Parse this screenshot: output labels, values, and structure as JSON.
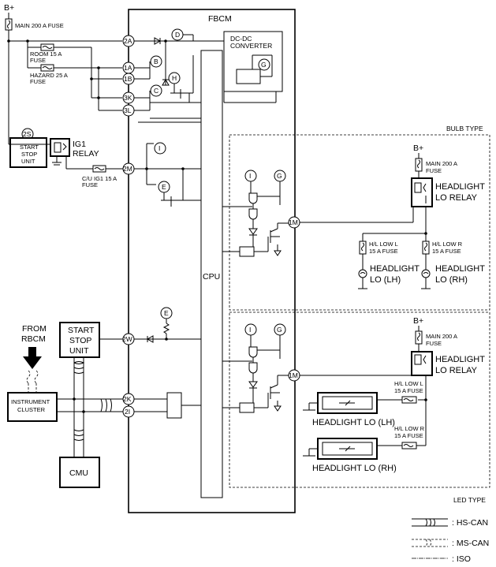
{
  "labels": {
    "bplus": "B+",
    "main_fuse": "MAIN 200 A FUSE",
    "fbcm": "FBCM",
    "dcdc_1": "DC-DC",
    "dcdc_2": "CONVERTER",
    "room_fuse_1": "ROOM 15 A",
    "room_fuse_2": "FUSE",
    "hazard_fuse_1": "HAZARD 25 A",
    "hazard_fuse_2": "FUSE",
    "start_stop_1": "START",
    "start_stop_2": "STOP",
    "start_stop_3": "UNIT",
    "ig1_relay_1": "IG1",
    "ig1_relay_2": "RELAY",
    "cu_ig1_fuse_1": "C/U IG1 15 A",
    "cu_ig1_fuse_2": "FUSE",
    "cpu": "CPU",
    "bulb_type": "BULB TYPE",
    "led_type": "LED TYPE",
    "main_200a": "MAIN 200 A",
    "fuse": "FUSE",
    "headlight_lo_relay_1": "HEADLIGHT",
    "headlight_lo_relay_2": "LO RELAY",
    "hl_low_l_1": "H/L LOW L",
    "hl_low_l_2": "15 A FUSE",
    "hl_low_r_1": "H/L LOW R",
    "hl_low_r_2": "15 A FUSE",
    "headlight_1": "HEADLIGHT",
    "lo_lh": "LO (LH)",
    "lo_rh": "LO (RH)",
    "from_rbcm_1": "FROM",
    "from_rbcm_2": "RBCM",
    "instrument_1": "INSTRUMENT",
    "instrument_2": "CLUSTER",
    "cmu": "CMU",
    "headlight_lo_lh": "HEADLIGHT LO (LH)",
    "headlight_lo_rh": "HEADLIGHT LO (RH)"
  },
  "terminals": {
    "t2a": "2A",
    "t1a": "1A",
    "t1b": "1B",
    "t3k": "3K",
    "t3l": "3L",
    "t2s": "2S",
    "t2m": "2M",
    "t1m": "1M",
    "t2w": "2W",
    "t2k": "2K",
    "t2i": "2I"
  },
  "nodes": {
    "b": "B",
    "c": "C",
    "d": "D",
    "e": "E",
    "g": "G",
    "h": "H",
    "i": "I"
  },
  "legend": {
    "hs_can": ": HS-CAN",
    "ms_can": ": MS-CAN",
    "iso": ": ISO"
  }
}
